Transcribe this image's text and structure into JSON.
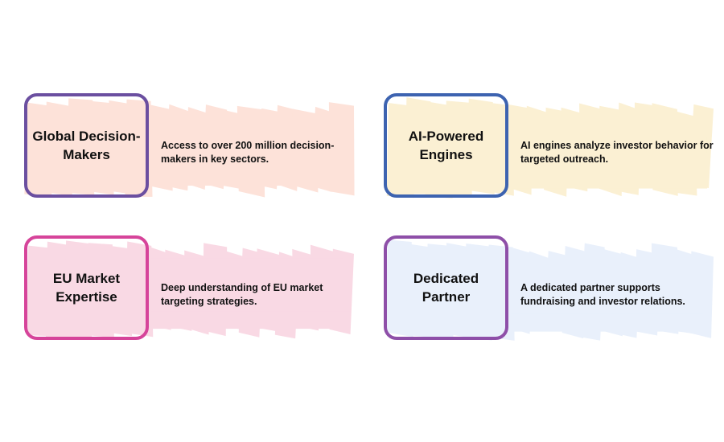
{
  "cards": [
    {
      "title": "Global Decision-Makers",
      "description": "Access to over 200 million decision-makers in key sectors.",
      "border_color": "#6b4fa0",
      "fill_color": "#fde2d9",
      "title_fill": "#fde2d9"
    },
    {
      "title": "AI-Powered Engines",
      "description": "AI engines analyze investor behavior for targeted outreach.",
      "border_color": "#3d63b0",
      "fill_color": "#fbf0d3",
      "title_fill": "#fbf0d3"
    },
    {
      "title": "EU Market Expertise",
      "description": "Deep understanding of EU market targeting strategies.",
      "border_color": "#d6449a",
      "fill_color": "#f9d9e4",
      "title_fill": "#f9d9e4"
    },
    {
      "title": "Dedicated Partner",
      "description": "A dedicated partner supports fundraising and investor relations.",
      "border_color": "#8e4fa8",
      "fill_color": "#e9f0fb",
      "title_fill": "#e9f0fb"
    }
  ]
}
